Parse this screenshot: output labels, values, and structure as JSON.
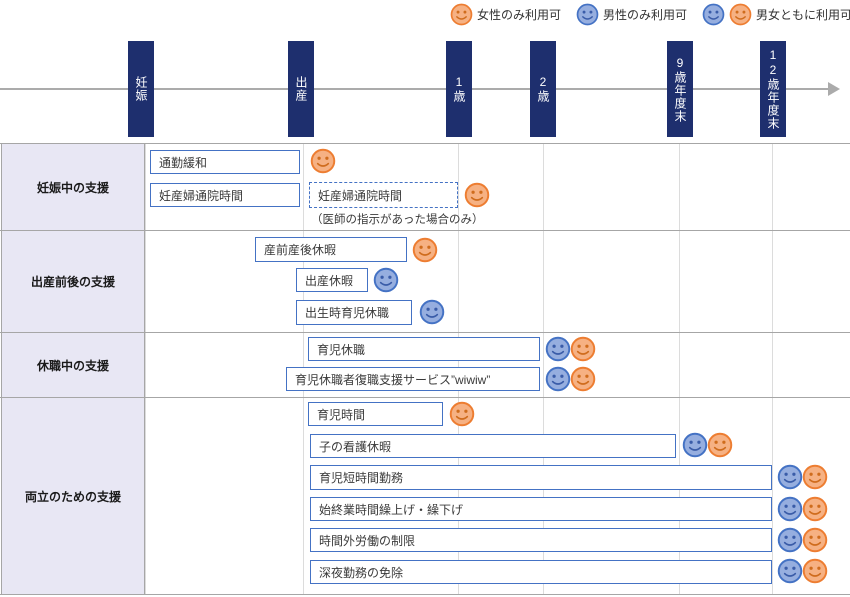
{
  "legend": {
    "items": [
      {
        "icons": [
          "female-smiley"
        ],
        "label": "女性のみ利用可"
      },
      {
        "icons": [
          "male-smiley"
        ],
        "label": "男性のみ利用可"
      },
      {
        "icons": [
          "male-smiley",
          "female-smiley"
        ],
        "label": "男女ともに利用可"
      }
    ]
  },
  "timeline": {
    "markers": [
      {
        "label": "妊娠"
      },
      {
        "label": "出産"
      },
      {
        "label": "1歳"
      },
      {
        "label": "2歳"
      },
      {
        "label": "9歳年度末"
      },
      {
        "label": "12歳年度末"
      }
    ]
  },
  "sections": [
    {
      "category": "妊娠中の支援",
      "items": [
        {
          "label": "通勤緩和",
          "icons": [
            "female-smiley"
          ]
        },
        {
          "label": "妊産婦通院時間",
          "icons": []
        },
        {
          "label": "妊産婦通院時間",
          "style": "dashed",
          "icons": [
            "female-smiley"
          ],
          "note": "（医師の指示があった場合のみ）"
        }
      ]
    },
    {
      "category": "出産前後の支援",
      "items": [
        {
          "label": "産前産後休暇",
          "icons": [
            "female-smiley"
          ]
        },
        {
          "label": "出産休暇",
          "icons": [
            "male-smiley"
          ]
        },
        {
          "label": "出生時育児休職",
          "icons": [
            "male-smiley"
          ]
        }
      ]
    },
    {
      "category": "休職中の支援",
      "items": [
        {
          "label": "育児休職",
          "icons": [
            "male-smiley",
            "female-smiley"
          ]
        },
        {
          "label": "育児休職者復職支援サービス”wiwiw”",
          "icons": [
            "male-smiley",
            "female-smiley"
          ]
        }
      ]
    },
    {
      "category": "両立のための支援",
      "items": [
        {
          "label": "育児時間",
          "icons": [
            "female-smiley"
          ]
        },
        {
          "label": "子の看護休暇",
          "icons": [
            "male-smiley",
            "female-smiley"
          ]
        },
        {
          "label": "育児短時間勤務",
          "icons": [
            "male-smiley",
            "female-smiley"
          ]
        },
        {
          "label": "始終業時間繰上げ・繰下げ",
          "icons": [
            "male-smiley",
            "female-smiley"
          ]
        },
        {
          "label": "時間外労働の制限",
          "icons": [
            "male-smiley",
            "female-smiley"
          ]
        },
        {
          "label": "深夜勤務の免除",
          "icons": [
            "male-smiley",
            "female-smiley"
          ]
        }
      ]
    }
  ],
  "colors": {
    "marker_navy": "#1E2F6E",
    "box_border_blue": "#4472C4",
    "female_orange_stroke": "#ED7D31",
    "female_orange_fill": "#F6B183",
    "male_blue_stroke": "#4472C4",
    "male_blue_fill": "#96AEDF",
    "category_bg": "#E8E7F4",
    "axis_gray": "#ABABAB"
  }
}
